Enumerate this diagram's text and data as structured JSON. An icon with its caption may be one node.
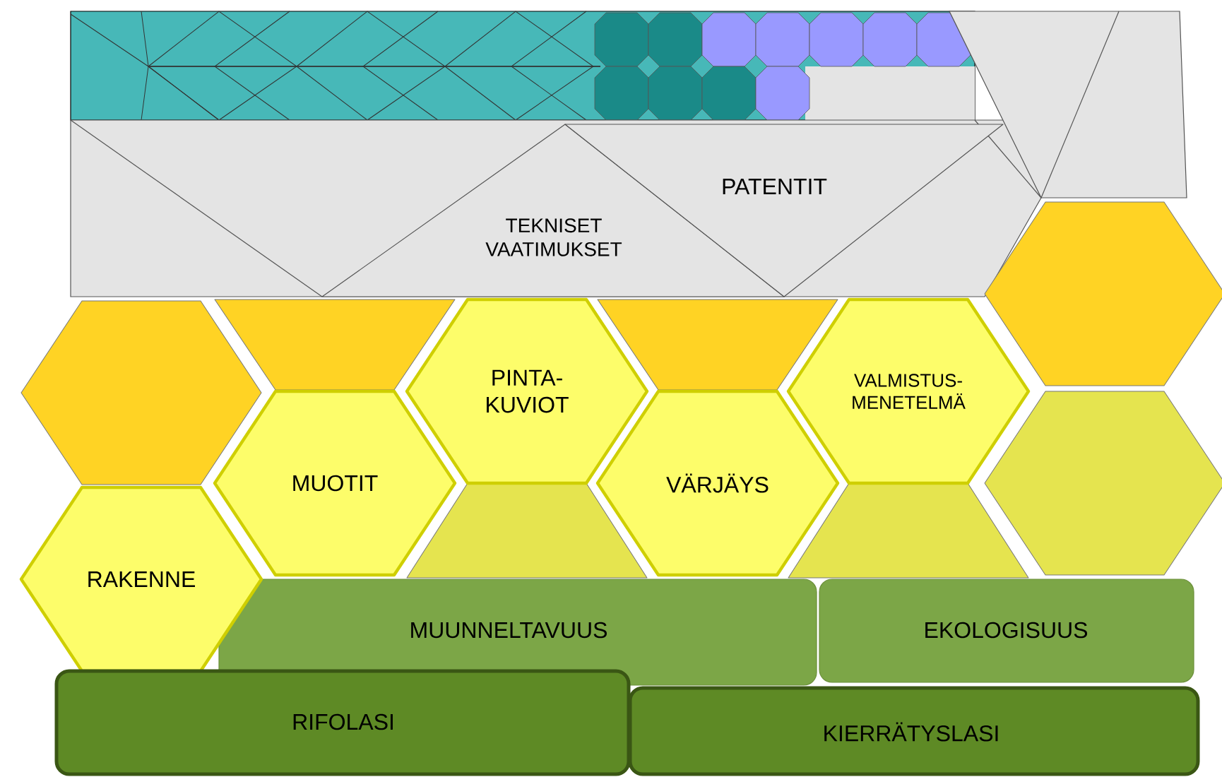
{
  "diagram": {
    "nodes": [
      {
        "text": [
          "TEKNISET VAATIMUKSET"
        ]
      },
      {
        "text": [
          "PATENTIT"
        ]
      },
      {
        "text": [],
        "shape": "hexagon"
      },
      {
        "text": [],
        "shape": "hexagon"
      },
      {
        "text": [],
        "shape": "hexagon"
      },
      {
        "text": [
          "PINTA- KUVIOT"
        ]
      },
      {
        "text": [
          "VALMISTUS- MENETELMÄ"
        ]
      },
      {
        "text": [],
        "shape": "hexagon"
      },
      {
        "text": [
          "MUOTIT"
        ]
      },
      {
        "text": [
          "VÄRJÄYS"
        ]
      },
      {
        "text": [],
        "shape": "hexagon"
      },
      {
        "text": [
          "RAKENNE"
        ]
      },
      {
        "text": [],
        "shape": "hexagon"
      },
      {
        "text": [],
        "shape": "hexagon"
      },
      {
        "text": [
          "MUUNNELTAVUUS"
        ]
      },
      {
        "text": [
          "EKOLOGISUUS"
        ]
      },
      {
        "text": [
          "RIFOLASI"
        ]
      },
      {
        "text": [
          "KIERRÄTYSLASI"
        ]
      }
    ],
    "edges": []
  }
}
